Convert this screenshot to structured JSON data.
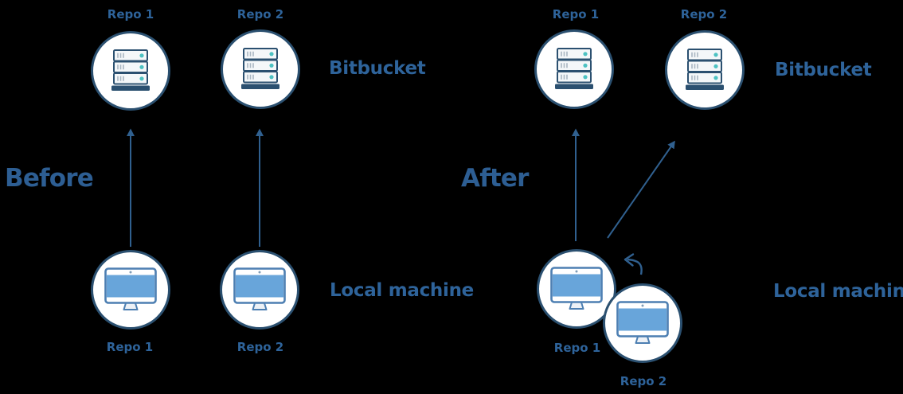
{
  "colors": {
    "background": "#000000",
    "heading_text": "#2d5e93",
    "label_text": "#2e639a",
    "node_border": "#2b5070",
    "node_fill": "#ffffff",
    "arrow": "#30608f",
    "screen_blue": "#68a5da",
    "monitor_border": "#4d7fb2",
    "server_row_fill": "#f4f7f9",
    "server_accent_teal": "#4dc2c2"
  },
  "icons": {
    "remote_node": "server-icon",
    "local_node": "desktop-computer-icon",
    "move_arrow": "curved-move-arrow-icon"
  },
  "panels": {
    "before": {
      "heading": "Before",
      "remote_group_label": "Bitbucket",
      "local_group_label": "Local machine",
      "remote_repos": [
        {
          "label": "Repo 1"
        },
        {
          "label": "Repo 2"
        }
      ],
      "local_repos": [
        {
          "label": "Repo 1"
        },
        {
          "label": "Repo 2"
        }
      ]
    },
    "after": {
      "heading": "After",
      "remote_group_label": "Bitbucket",
      "local_group_label": "Local machine",
      "remote_repos": [
        {
          "label": "Repo 1"
        },
        {
          "label": "Repo 2"
        }
      ],
      "local_repos": [
        {
          "label": "Repo 1"
        },
        {
          "label": "Repo 2"
        }
      ]
    }
  }
}
